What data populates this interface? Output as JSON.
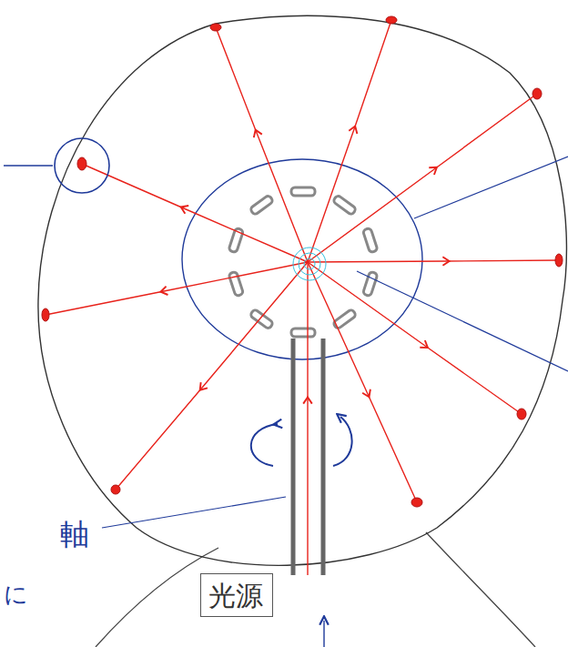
{
  "diagram": {
    "nodes": [
      {
        "text": [
          "光源"
        ]
      }
    ],
    "labels": [
      "軸",
      "に"
    ]
  }
}
